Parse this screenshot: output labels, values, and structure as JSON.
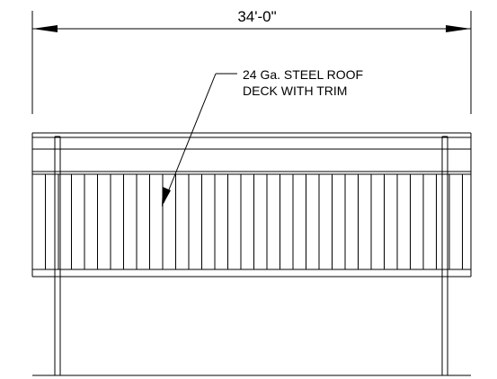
{
  "dimension": {
    "label": "34'-0\""
  },
  "callout": {
    "line1": "24 Ga. STEEL ROOF",
    "line2": "DECK WITH TRIM"
  },
  "colors": {
    "line": "#000000",
    "background": "#ffffff"
  }
}
